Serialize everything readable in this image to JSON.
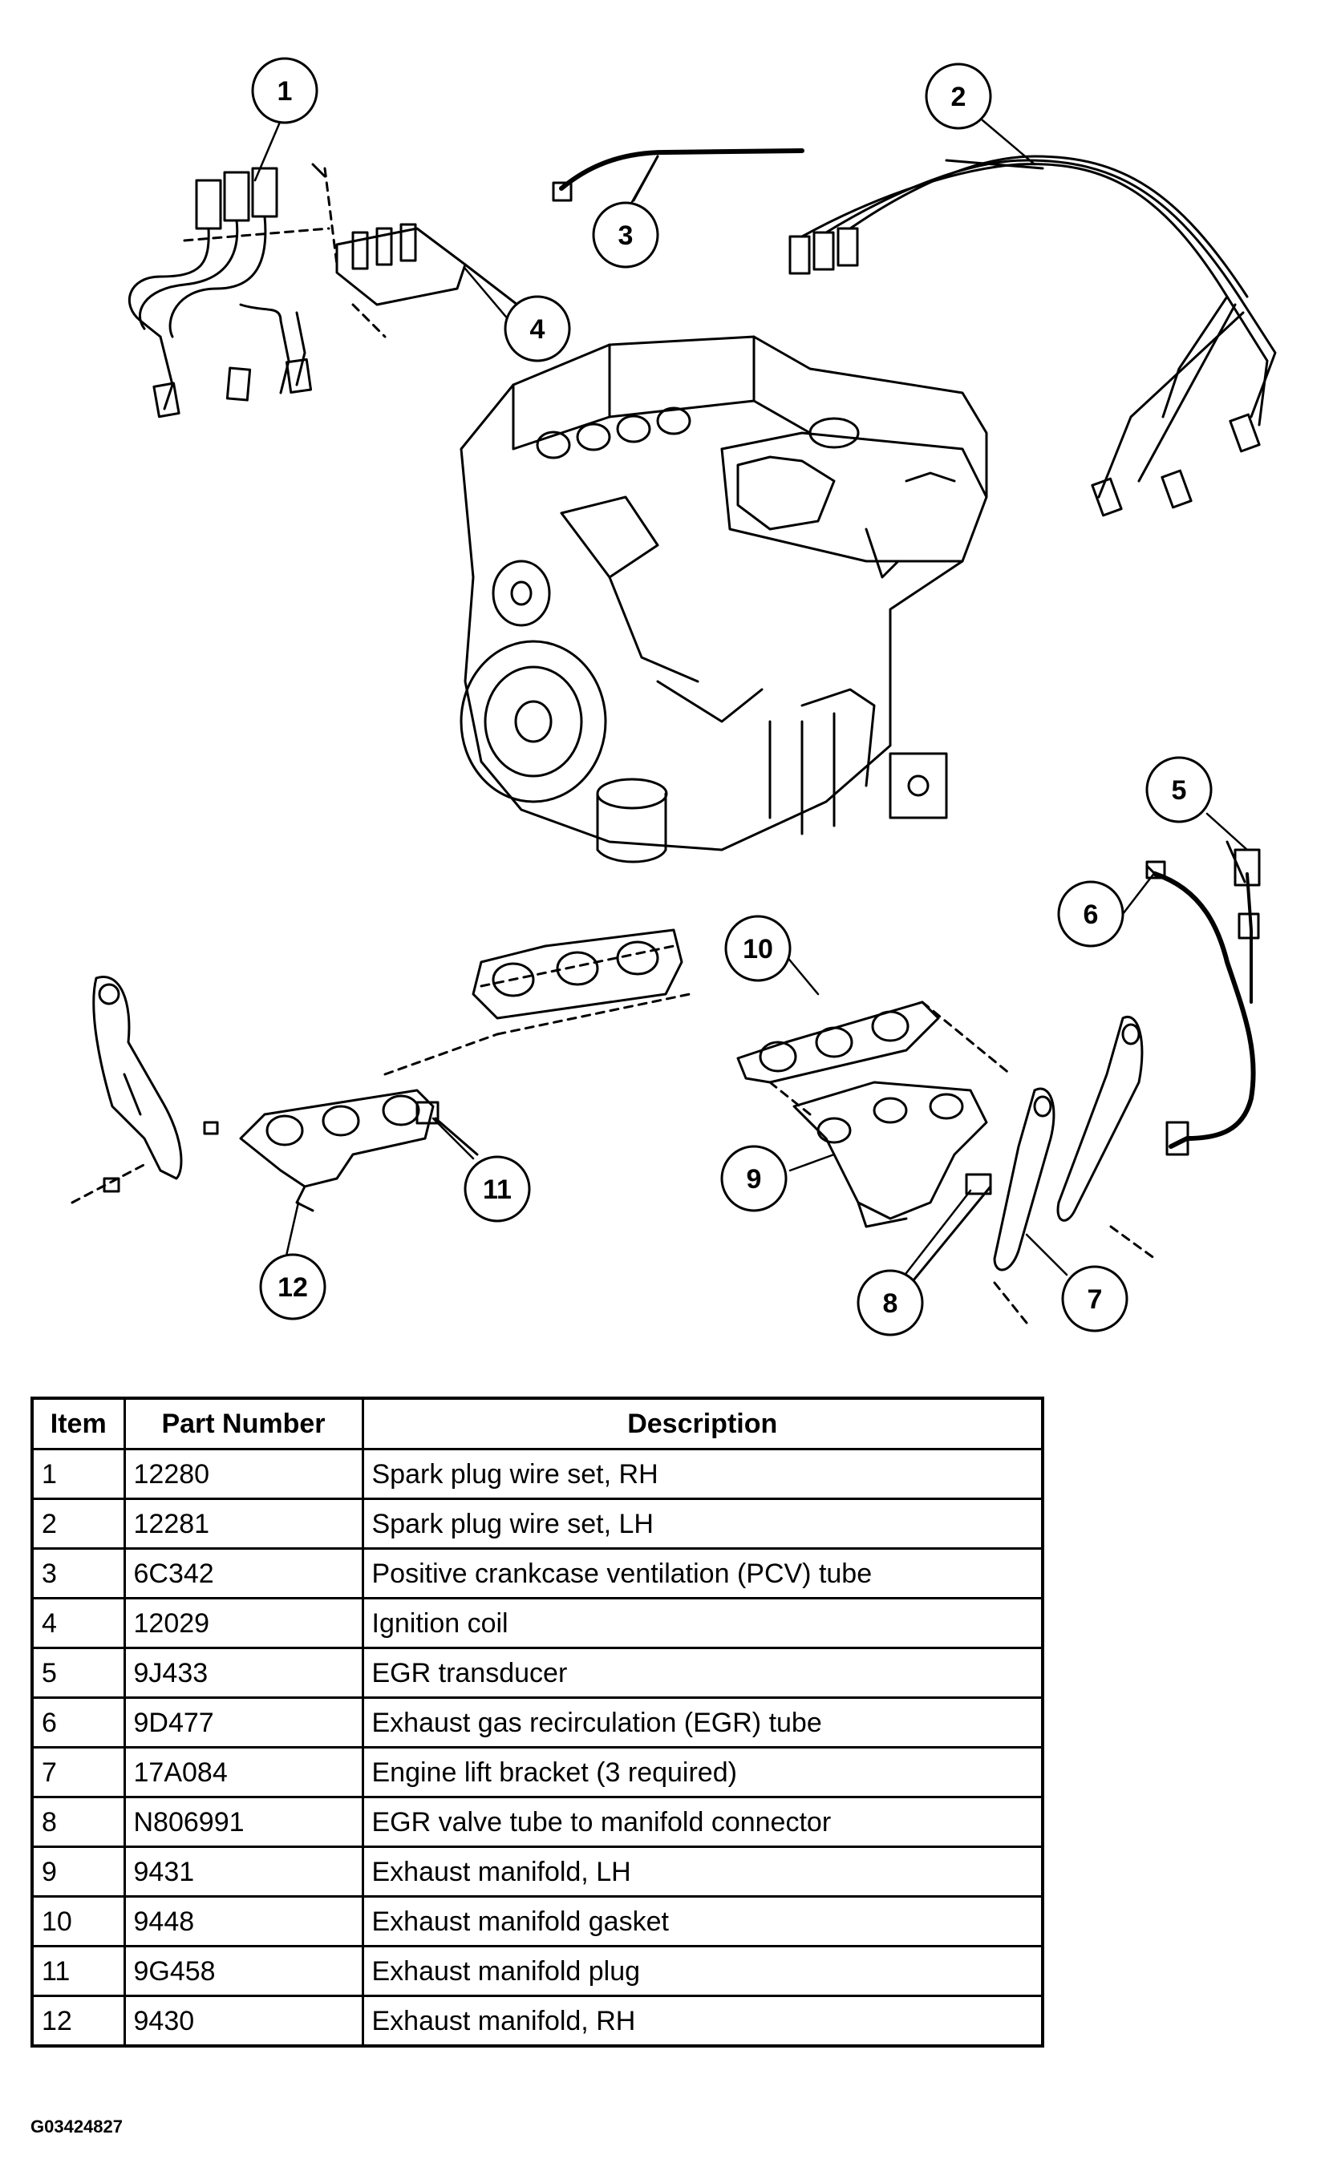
{
  "callouts": [
    "1",
    "2",
    "3",
    "4",
    "5",
    "6",
    "7",
    "8",
    "9",
    "10",
    "11",
    "12"
  ],
  "table": {
    "headers": {
      "item": "Item",
      "part_number": "Part Number",
      "description": "Description"
    },
    "rows": [
      {
        "item": "1",
        "part_number": "12280",
        "description": "Spark plug wire set, RH"
      },
      {
        "item": "2",
        "part_number": "12281",
        "description": "Spark plug wire set, LH"
      },
      {
        "item": "3",
        "part_number": "6C342",
        "description": "Positive crankcase ventilation (PCV) tube"
      },
      {
        "item": "4",
        "part_number": "12029",
        "description": "Ignition coil"
      },
      {
        "item": "5",
        "part_number": "9J433",
        "description": "EGR transducer"
      },
      {
        "item": "6",
        "part_number": "9D477",
        "description": "Exhaust gas recirculation (EGR) tube"
      },
      {
        "item": "7",
        "part_number": "17A084",
        "description": "Engine lift bracket (3 required)"
      },
      {
        "item": "8",
        "part_number": "N806991",
        "description": "EGR valve tube to manifold connector"
      },
      {
        "item": "9",
        "part_number": "9431",
        "description": "Exhaust manifold, LH"
      },
      {
        "item": "10",
        "part_number": "9448",
        "description": "Exhaust manifold gasket"
      },
      {
        "item": "11",
        "part_number": "9G458",
        "description": "Exhaust manifold plug"
      },
      {
        "item": "12",
        "part_number": "9430",
        "description": "Exhaust manifold, RH"
      }
    ]
  },
  "figure_id": "G03424827"
}
